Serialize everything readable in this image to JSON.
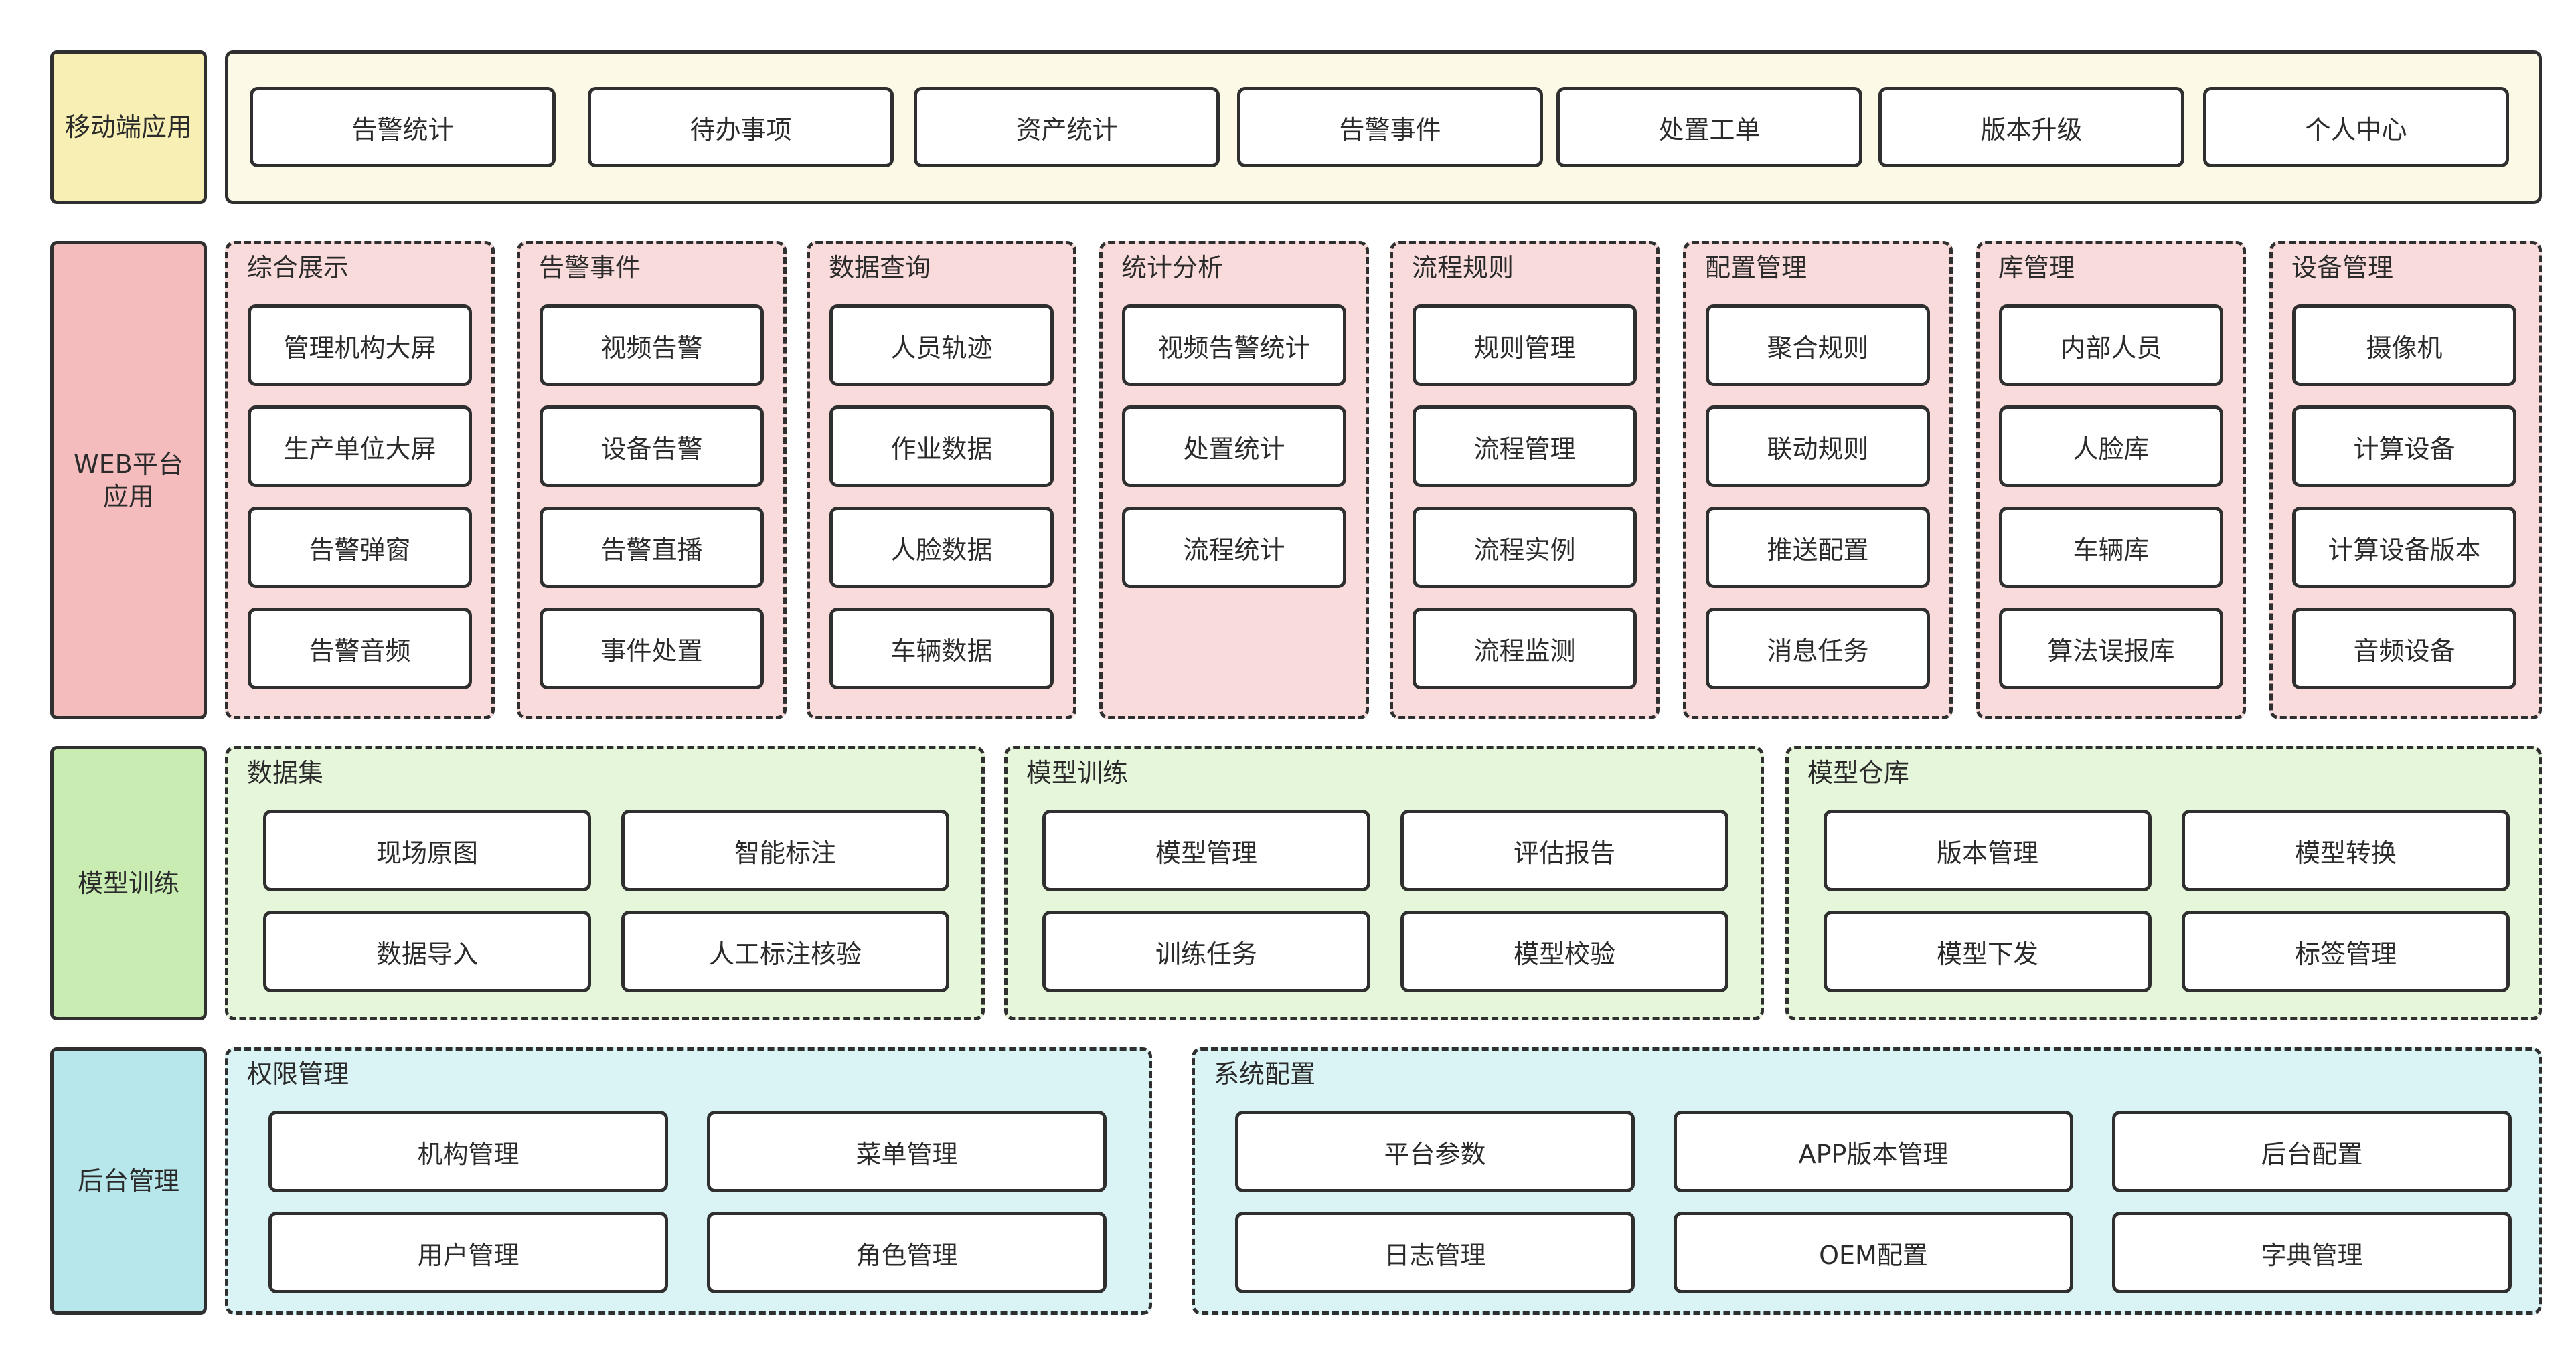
{
  "colors": {
    "mobile_label": "#f7efb3",
    "mobile_panel": "#fcf9e7",
    "web_label": "#f4bcbc",
    "web_panel": "#fadbdb",
    "train_label": "#c9ecb3",
    "train_panel": "#e6f6da",
    "admin_label": "#b7e7eb",
    "admin_panel": "#daf3f5"
  },
  "mobile": {
    "label": "移动端应用",
    "items": [
      "告警统计",
      "待办事项",
      "资产统计",
      "告警事件",
      "处置工单",
      "版本升级",
      "个人中心"
    ]
  },
  "web": {
    "label": "WEB平台应用",
    "groups": [
      {
        "title": "综合展示",
        "items": [
          "管理机构大屏",
          "生产单位大屏",
          "告警弹窗",
          "告警音频"
        ]
      },
      {
        "title": "告警事件",
        "items": [
          "视频告警",
          "设备告警",
          "告警直播",
          "事件处置"
        ]
      },
      {
        "title": "数据查询",
        "items": [
          "人员轨迹",
          "作业数据",
          "人脸数据",
          "车辆数据"
        ]
      },
      {
        "title": "统计分析",
        "items": [
          "视频告警统计",
          "处置统计",
          "流程统计"
        ]
      },
      {
        "title": "流程规则",
        "items": [
          "规则管理",
          "流程管理",
          "流程实例",
          "流程监测"
        ]
      },
      {
        "title": "配置管理",
        "items": [
          "聚合规则",
          "联动规则",
          "推送配置",
          "消息任务"
        ]
      },
      {
        "title": "库管理",
        "items": [
          "内部人员",
          "人脸库",
          "车辆库",
          "算法误报库"
        ]
      },
      {
        "title": "设备管理",
        "items": [
          "摄像机",
          "计算设备",
          "计算设备版本",
          "音频设备"
        ]
      }
    ]
  },
  "train": {
    "label": "模型训练",
    "groups": [
      {
        "title": "数据集",
        "items": [
          "现场原图",
          "智能标注",
          "数据导入",
          "人工标注核验"
        ]
      },
      {
        "title": "模型训练",
        "items": [
          "模型管理",
          "评估报告",
          "训练任务",
          "模型校验"
        ]
      },
      {
        "title": "模型仓库",
        "items": [
          "版本管理",
          "模型转换",
          "模型下发",
          "标签管理"
        ]
      }
    ]
  },
  "admin": {
    "label": "后台管理",
    "groups": [
      {
        "title": "权限管理",
        "items": [
          "机构管理",
          "菜单管理",
          "用户管理",
          "角色管理"
        ]
      },
      {
        "title": "系统配置",
        "items": [
          "平台参数",
          "APP版本管理",
          "后台配置",
          "日志管理",
          "OEM配置",
          "字典管理"
        ]
      }
    ]
  }
}
